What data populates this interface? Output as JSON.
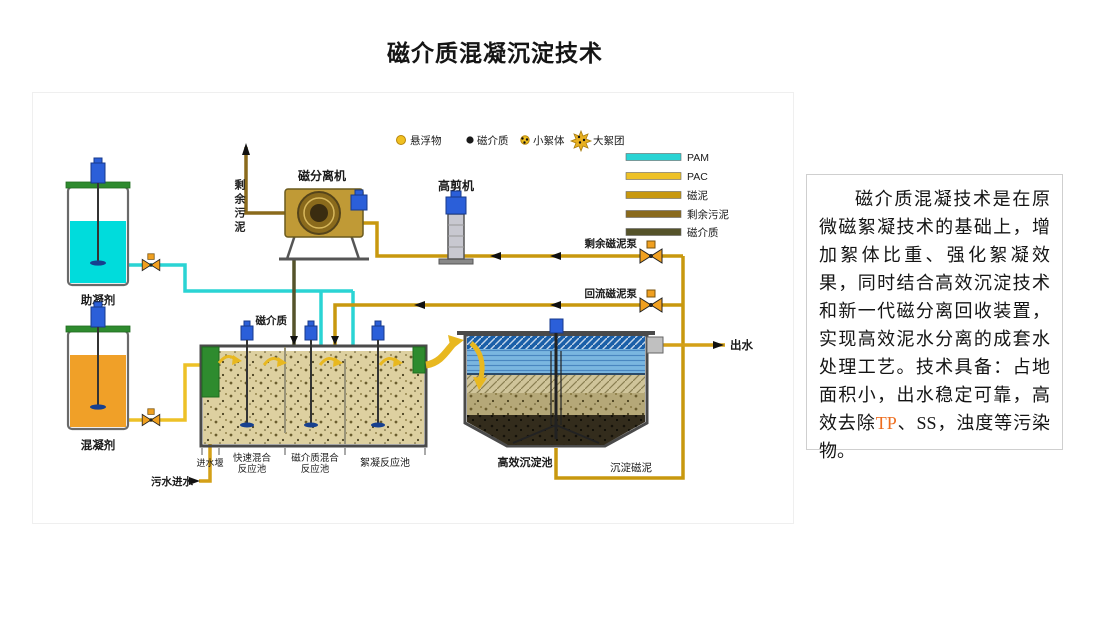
{
  "page": {
    "title": "磁介质混凝沉淀技术"
  },
  "flow_legend": {
    "items": [
      {
        "label": "悬浮物"
      },
      {
        "label": "磁介质"
      },
      {
        "label": "小絮体"
      },
      {
        "label": "大絮团"
      }
    ]
  },
  "line_legend": {
    "items": [
      {
        "label": "PAM",
        "color": "#2ad4d4"
      },
      {
        "label": "PAC",
        "color": "#edc127"
      },
      {
        "label": "磁泥",
        "color": "#c8980e"
      },
      {
        "label": "剩余污泥",
        "color": "#8a6a1c"
      },
      {
        "label": "磁介质",
        "color": "#55532a"
      }
    ]
  },
  "equipment": {
    "magnetic_separator": "磁分离机",
    "high_shear_machine": "高剪机",
    "coagulant_aid_tank": "助凝剂",
    "coagulant_tank": "混凝剂",
    "surplus_sludge": "剩余污泥",
    "surplus_sludge_pump": "剩余磁泥泵",
    "return_sludge_pump": "回流磁泥泵",
    "magnetic_media_feed": "磁介质",
    "effluent": "出水",
    "sewage_inlet": "污水进水",
    "inlet_weir": "进水堰",
    "rapid_mix_line1": "快速混合",
    "rapid_mix_line2": "反应池",
    "media_mix_line1": "磁介质混合",
    "media_mix_line2": "反应池",
    "flocculation_tank": "絮凝反应池",
    "sedimentation_tank": "高效沉淀池",
    "settled_sludge": "沉淀磁泥"
  },
  "description": {
    "text_before": "磁介质混凝技术是在原微磁絮凝技术的基础上，增加絮体比重、强化絮凝效果，同时结合高效沉淀技术和新一代磁分离回收装置，实现高效泥水分离的成套水处理工艺。技术具备：占地面积小，出水稳定可靠，高效去除",
    "highlight": "TP",
    "highlight_color": "#ed6d1e",
    "text_after": "、SS，浊度等污染物。"
  }
}
